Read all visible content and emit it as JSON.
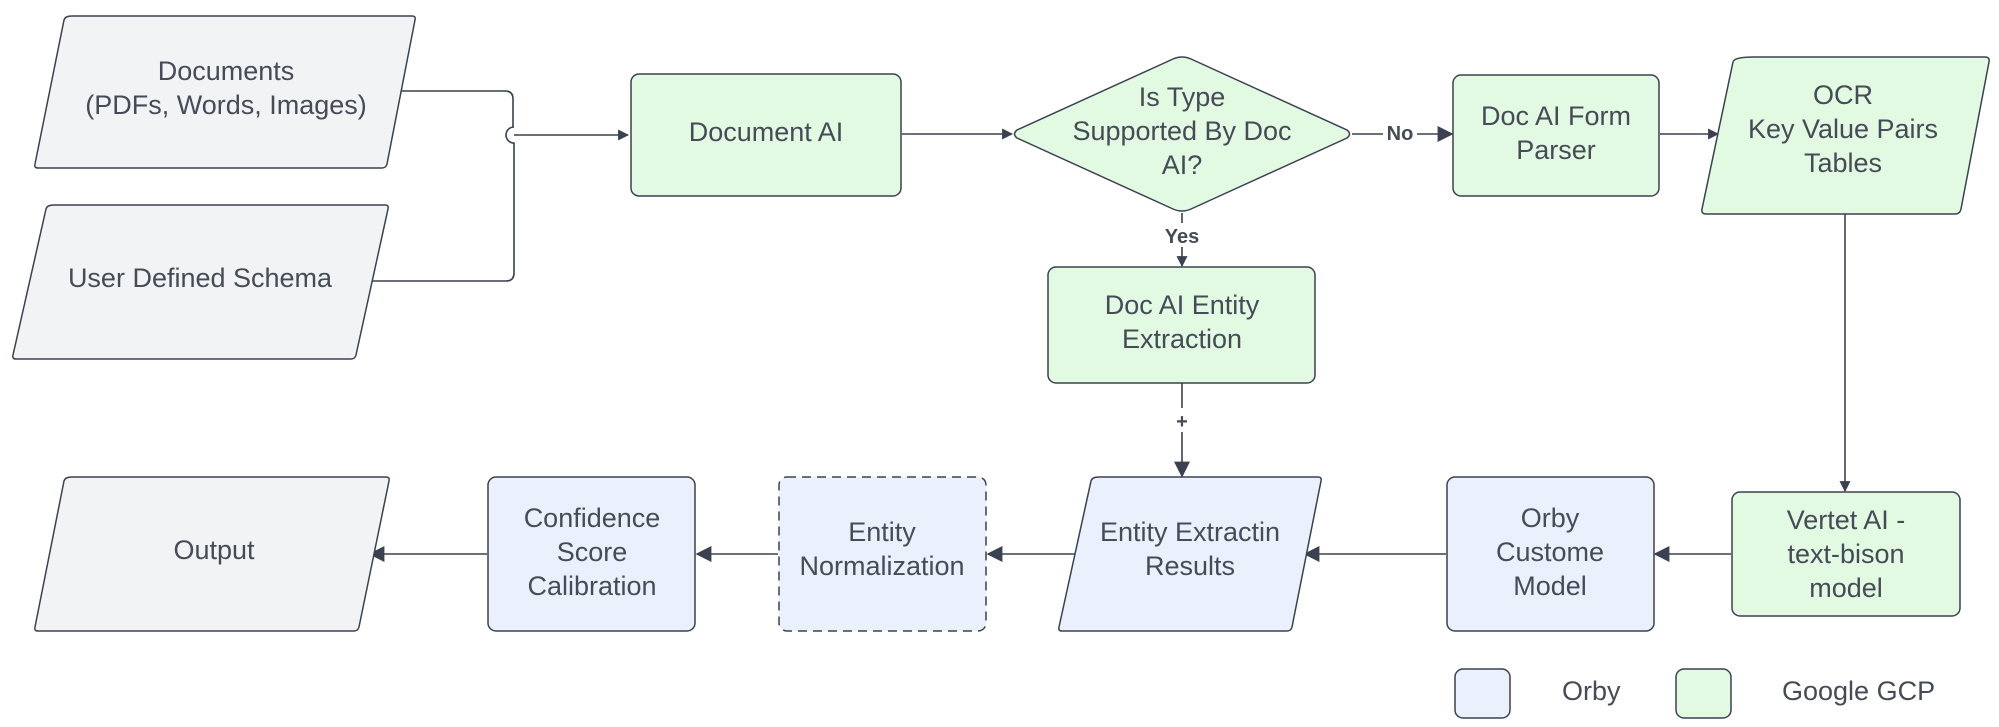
{
  "nodes": {
    "documents": {
      "lines": [
        "Documents",
        "(PDFs, Words, Images)"
      ]
    },
    "user_schema": {
      "lines": [
        "User Defined Schema"
      ]
    },
    "document_ai": {
      "lines": [
        "Document AI"
      ]
    },
    "decision": {
      "lines": [
        "Is Type",
        "Supported By Doc",
        "AI?"
      ]
    },
    "form_parser": {
      "lines": [
        "Doc AI Form",
        "Parser"
      ]
    },
    "ocr": {
      "lines": [
        "OCR",
        "Key Value Pairs",
        "Tables"
      ]
    },
    "entity_extraction": {
      "lines": [
        "Doc AI Entity",
        "Extraction"
      ]
    },
    "vertex": {
      "lines": [
        "Vertet AI -",
        "text-bison",
        "model"
      ]
    },
    "orby_model": {
      "lines": [
        "Orby",
        "Custome",
        "Model"
      ]
    },
    "results": {
      "lines": [
        "Entity Extractin",
        "Results"
      ]
    },
    "normalization": {
      "lines": [
        "Entity",
        "Normalization"
      ]
    },
    "calibration": {
      "lines": [
        "Confidence",
        "Score",
        "Calibration"
      ]
    },
    "output": {
      "lines": [
        "Output"
      ]
    }
  },
  "edges": {
    "no_label": "No",
    "yes_label": "Yes",
    "plus_label": "+"
  },
  "legend": {
    "orby": {
      "label": "Orby",
      "color": "#eaf1fd"
    },
    "gcp": {
      "label": "Google GCP",
      "color": "#e2f9e2"
    }
  }
}
